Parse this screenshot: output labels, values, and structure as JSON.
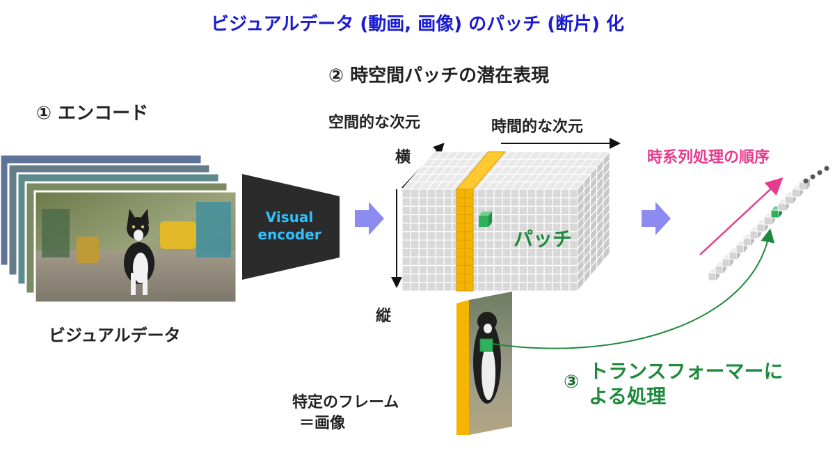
{
  "title": "ビジュアルデータ (動画, 画像) のパッチ (断片) 化",
  "sections": {
    "encode": "① エンコード",
    "latent": "② 時空間パッチの潜在表現",
    "transformer_num": "③",
    "transformer_line1": "トランスフォーマーに",
    "transformer_line2": "よる処理"
  },
  "labels": {
    "visual_data": "ビジュアルデータ",
    "encoder_line1": "Visual",
    "encoder_line2": "encoder",
    "spatial_dimension": "空間的な次元",
    "temporal_dimension": "時間的な次元",
    "horizontal": "横",
    "vertical": "縦",
    "patch": "パッチ",
    "sequence_order": "時系列処理の順序",
    "frame_line1": "特定のフレーム",
    "frame_line2": "＝画像"
  },
  "colors": {
    "title": "#1a1ad4",
    "encoder_box": "#2b2b2b",
    "encoder_text": "#2ec0ff",
    "arrow": "#8c8cf0",
    "cube": "#d9d9d9",
    "highlight_slice": "#f5b400",
    "patch": "#2fb05a",
    "sequence_arrow": "#e83a8e",
    "transformer": "#1e8a3c"
  },
  "icons": {
    "video_frames": "cat-video-frames-image",
    "latent_cube": "voxel-cube-icon",
    "frame_slice": "cat-frame-slice-image",
    "sequence": "token-sequence-icon"
  }
}
